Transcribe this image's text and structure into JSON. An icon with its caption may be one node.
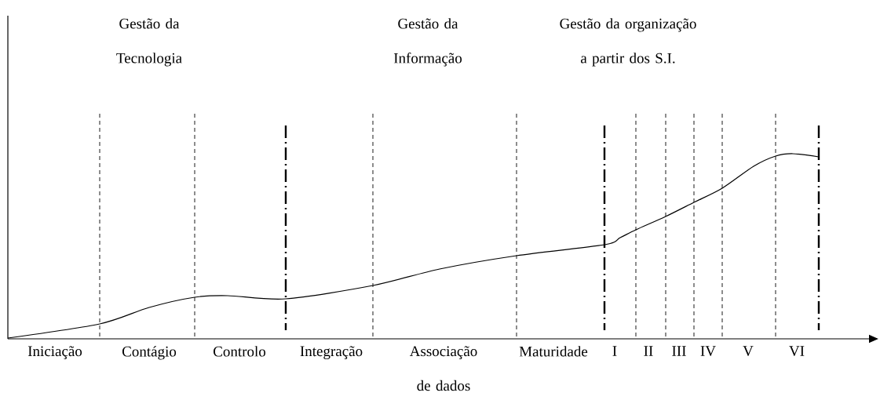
{
  "diagram": {
    "labels": [
      "Gestão da Tecnologia",
      "Gestão da Informação",
      "Gestão da organização a partir dos S.I.",
      "Iniciação",
      "Contágio",
      "Controlo",
      "Integração",
      "Associação de dados",
      "Maturidade",
      "I",
      "II",
      "III",
      "IV",
      "V",
      "VI"
    ]
  }
}
